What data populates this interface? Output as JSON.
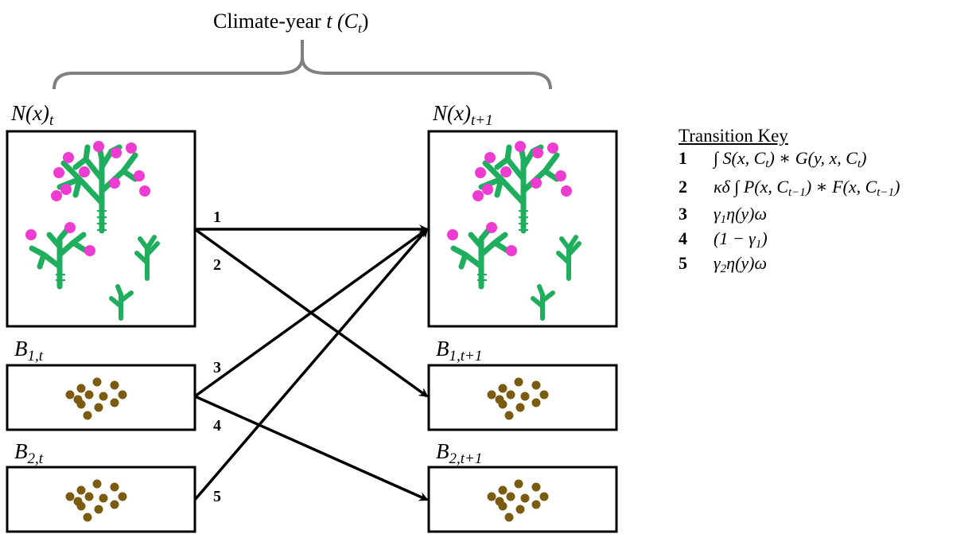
{
  "header": {
    "climate_label": "Climate-year",
    "climate_var": "t",
    "climate_sym_open": "(C",
    "climate_sub": "t",
    "climate_close": ")"
  },
  "nodes": {
    "n_t": {
      "base": "N(x)",
      "sub": "t"
    },
    "n_t1": {
      "base": "N(x)",
      "sub": "t+1"
    },
    "b1_t": {
      "base": "B",
      "sub": "1,t"
    },
    "b1_t1": {
      "base": "B",
      "sub": "1,t+1"
    },
    "b2_t": {
      "base": "B",
      "sub": "2,t"
    },
    "b2_t1": {
      "base": "B",
      "sub": "2,t+1"
    }
  },
  "edges": {
    "e1": "1",
    "e2": "2",
    "e3": "3",
    "e4": "4",
    "e5": "5"
  },
  "key": {
    "title": "Transition Key",
    "rows": [
      {
        "num": "1",
        "formula": "∫ S(x, C",
        "s1": "t",
        "mid": ") ∗ G(y, x, C",
        "s2": "t",
        "end": ")"
      },
      {
        "num": "2",
        "formula": "κδ ∫ P(x, C",
        "s1": "t−1",
        "mid": ") ∗ F(x, C",
        "s2": "t−1",
        "end": ")"
      },
      {
        "num": "3",
        "formula": "γ",
        "s1": "1",
        "mid": "η(y)ω",
        "s2": "",
        "end": ""
      },
      {
        "num": "4",
        "formula": "(1 − γ",
        "s1": "1",
        "mid": ")",
        "s2": "",
        "end": ""
      },
      {
        "num": "5",
        "formula": "γ",
        "s1": "2",
        "mid": "η(y)ω",
        "s2": "",
        "end": ""
      }
    ]
  },
  "colors": {
    "plant": "#1fae5e",
    "flower": "#ee3bd1",
    "seed": "#7a5b10",
    "outline": "#000000",
    "brace": "#808080"
  }
}
